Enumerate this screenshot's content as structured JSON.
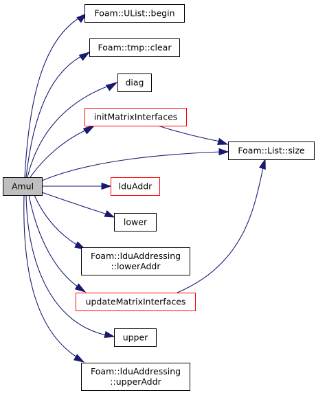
{
  "colors": {
    "edge": "#191970",
    "node_border_default": "#000000",
    "node_border_incomplete": "#ff0000",
    "root_fill": "#bfbfbf"
  },
  "nodes": {
    "amul": {
      "lines": [
        "Amul"
      ],
      "style": "root"
    },
    "ulist_begin": {
      "lines": [
        "Foam::UList::begin"
      ],
      "style": "default"
    },
    "tmp_clear": {
      "lines": [
        "Foam::tmp::clear"
      ],
      "style": "default"
    },
    "diag": {
      "lines": [
        "diag"
      ],
      "style": "default"
    },
    "init_matrix_interfaces": {
      "lines": [
        "initMatrixInterfaces"
      ],
      "style": "incomplete"
    },
    "list_size": {
      "lines": [
        "Foam::List::size"
      ],
      "style": "default"
    },
    "ldu_addr": {
      "lines": [
        "lduAddr"
      ],
      "style": "incomplete"
    },
    "lower": {
      "lines": [
        "lower"
      ],
      "style": "default"
    },
    "lower_addr": {
      "lines": [
        "Foam::lduAddressing",
        "::lowerAddr"
      ],
      "style": "default"
    },
    "update_matrix_interfaces": {
      "lines": [
        "updateMatrixInterfaces"
      ],
      "style": "incomplete"
    },
    "upper": {
      "lines": [
        "upper"
      ],
      "style": "default"
    },
    "upper_addr": {
      "lines": [
        "Foam::lduAddressing",
        "::upperAddr"
      ],
      "style": "default"
    }
  },
  "edges": [
    {
      "from": "amul",
      "to": "ulist_begin"
    },
    {
      "from": "amul",
      "to": "tmp_clear"
    },
    {
      "from": "amul",
      "to": "diag"
    },
    {
      "from": "amul",
      "to": "init_matrix_interfaces"
    },
    {
      "from": "amul",
      "to": "list_size"
    },
    {
      "from": "amul",
      "to": "ldu_addr"
    },
    {
      "from": "amul",
      "to": "lower"
    },
    {
      "from": "amul",
      "to": "lower_addr"
    },
    {
      "from": "amul",
      "to": "update_matrix_interfaces"
    },
    {
      "from": "amul",
      "to": "upper"
    },
    {
      "from": "amul",
      "to": "upper_addr"
    },
    {
      "from": "init_matrix_interfaces",
      "to": "list_size"
    },
    {
      "from": "update_matrix_interfaces",
      "to": "list_size"
    }
  ]
}
